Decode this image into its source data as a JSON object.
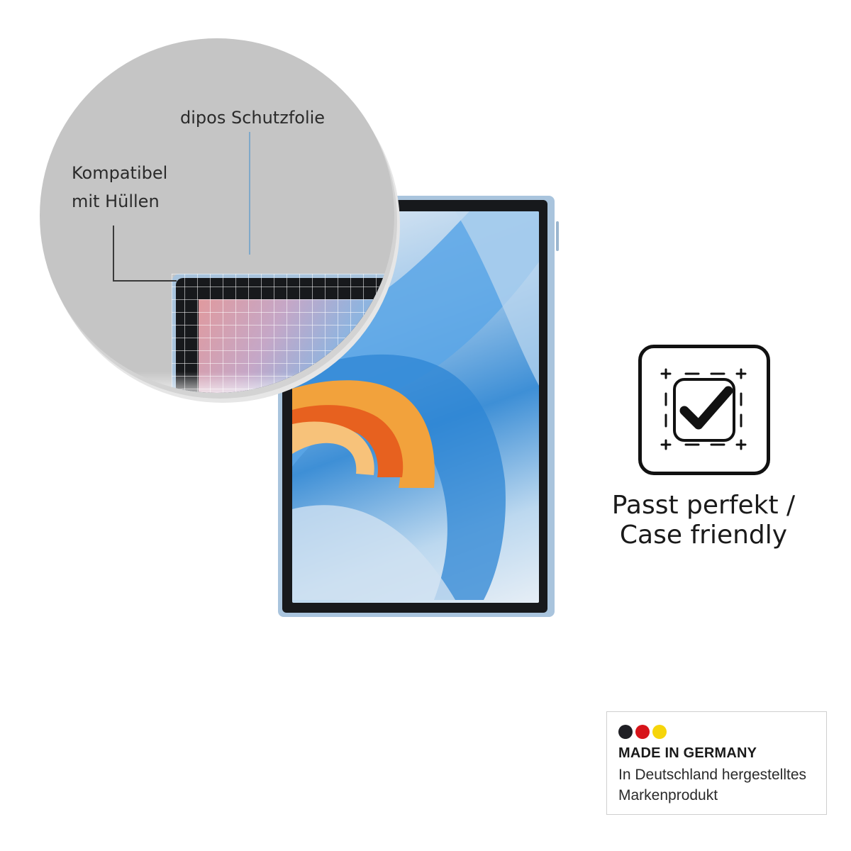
{
  "zoom": {
    "label_film": "dipos Schutzfolie",
    "label_compat_line1": "Kompatibel",
    "label_compat_line2": "mit Hüllen"
  },
  "feature": {
    "icon": "check-in-frame-icon",
    "text_line1": "Passt perfekt /",
    "text_line2": "Case friendly"
  },
  "badge": {
    "flag_colors": [
      "#1f1f24",
      "#d7141a",
      "#f6d50a"
    ],
    "title": "MADE IN GERMANY",
    "subtitle": "In Deutschland hergestelltes Markenprodukt"
  },
  "colors": {
    "tablet_frame": "#a9c4dd",
    "bezel": "#17191c",
    "zoom_background": "#c5c5c5",
    "callout_line": "#7fa8c9"
  }
}
